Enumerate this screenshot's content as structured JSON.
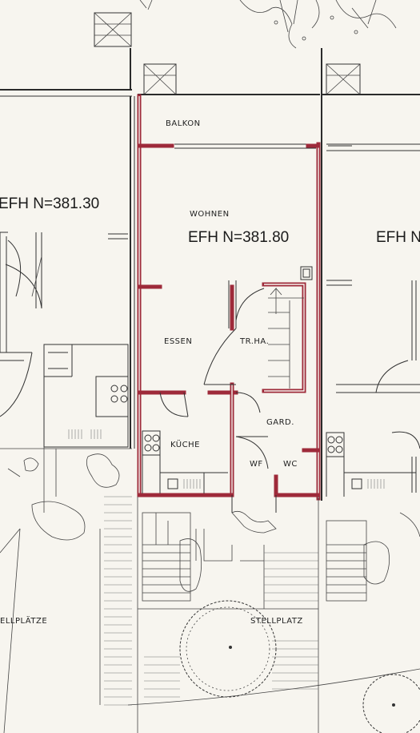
{
  "labels": {
    "left_unit_efh": "EFH N=381.30",
    "center_unit_efh": "EFH N=381.80",
    "right_unit_efh": "EFH N",
    "balkon": "BALKON",
    "wohnen": "WOHNEN",
    "essen": "ESSEN",
    "treppenhaus": "TR.HA.",
    "garderobe": "GARD.",
    "kueche": "KÜCHE",
    "wf": "WF",
    "wc": "WC",
    "stellplaetze": "ELLPLÄTZE",
    "stellplatz": "STELLPLATZ"
  },
  "colors": {
    "highlight_wall": "#9e2a3a",
    "ink": "#2b2b2b",
    "paper": "#f7f5ef"
  }
}
